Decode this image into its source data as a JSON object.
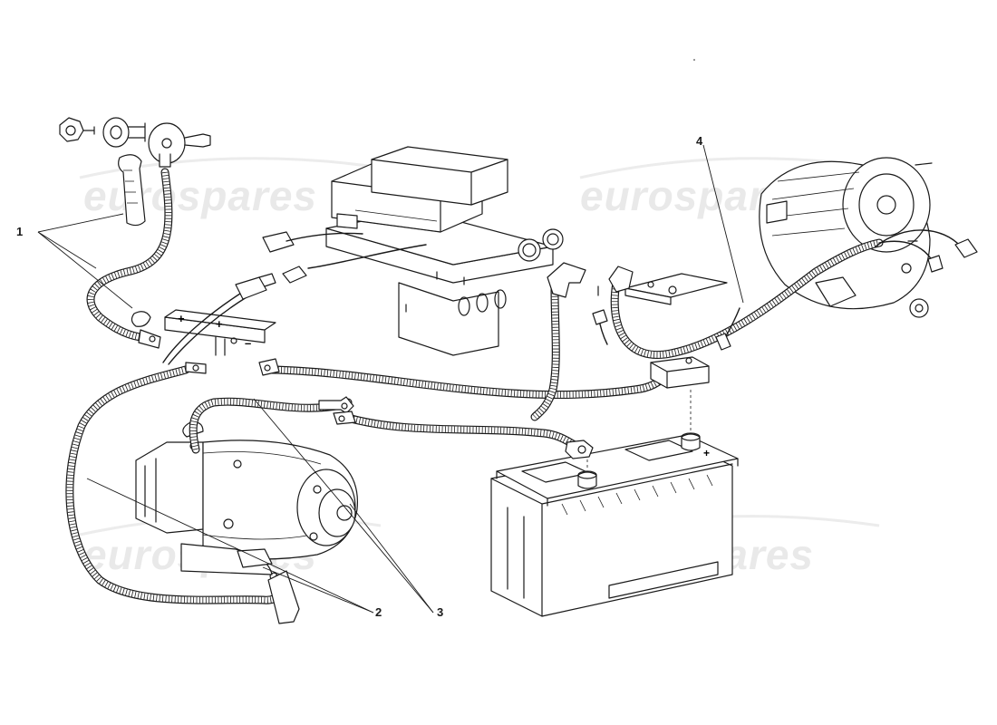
{
  "watermark": "eurospares",
  "callouts": [
    {
      "id": "1",
      "label": "1"
    },
    {
      "id": "2",
      "label": "2"
    },
    {
      "id": "3",
      "label": "3"
    },
    {
      "id": "4",
      "label": "4"
    }
  ]
}
